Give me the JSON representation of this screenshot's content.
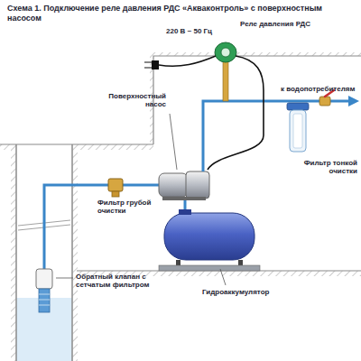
{
  "diagram": {
    "title": "Схема 1. Подключение реле давления РДС «Акваконтроль» с поверхностным насосом",
    "labels": [
      "220 В ~ 50 Гц",
      "Реле давления РДС",
      "Поверхностный насос",
      "к водопотребителям",
      "Фильтр грубой очистки",
      "Фильтр тонкой очистки",
      "Обратный клапан с сетчатым фильтром",
      "Гидроаккумулятор"
    ]
  }
}
